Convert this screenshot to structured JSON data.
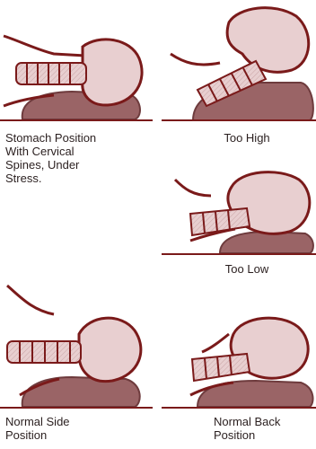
{
  "panels": {
    "stomach": {
      "caption": [
        "Stomach Position",
        "With Cervical",
        "Spines, Under",
        "Stress."
      ]
    },
    "too_high": {
      "caption": [
        "Too High"
      ]
    },
    "too_low": {
      "caption": [
        "Too Low"
      ]
    },
    "normal_side": {
      "caption": [
        "Normal Side",
        "Position"
      ]
    },
    "normal_back": {
      "caption": [
        "Normal Back",
        "Position"
      ]
    }
  },
  "colors": {
    "line": "#7a1a1a",
    "pillow": "#9a6466",
    "pillow_dark": "#6e3b3d",
    "skin": "#e8cfd0",
    "vertebra": "#ffffff",
    "ground": "#7a1a1a",
    "text": "#2a1f1f"
  },
  "icons": {
    "stomach": "head-on-pillow-face-down-icon",
    "too_high": "head-on-high-pillow-icon",
    "too_low": "head-on-low-pillow-icon",
    "normal_side": "head-side-position-icon",
    "normal_back": "head-back-position-icon"
  }
}
